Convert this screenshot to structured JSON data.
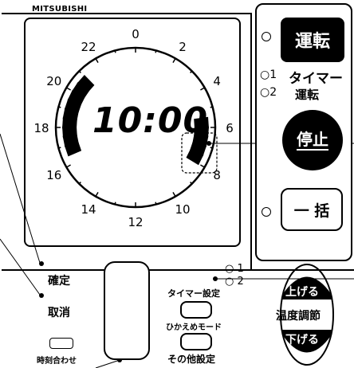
{
  "brand": "MITSUBISHI",
  "clock": {
    "display": "10:00",
    "dial_numbers": [
      "0",
      "2",
      "4",
      "6",
      "8",
      "10",
      "12",
      "14",
      "16",
      "18",
      "20",
      "22"
    ]
  },
  "right_panel": {
    "run_label": "運転",
    "timer1_num": "○1",
    "timer_label": "タイマー",
    "timer2_num": "○2",
    "run_small_label": "運転",
    "stop_label": "停止",
    "ikkatsu_label": "一 括"
  },
  "bottom": {
    "confirm_label": "確定",
    "cancel_label": "取消",
    "time_set_label": "時刻合わせ",
    "sel1": "○ 1",
    "sel2": "○ 2",
    "timer_set_label": "タイマー設定",
    "eco_mode_label": "ひかえめモード",
    "other_set_label": "その他設定",
    "up_label": "上げる",
    "temp_label": "温度調節",
    "down_label": "下げる"
  },
  "colors": {
    "fg": "#000000",
    "bg": "#ffffff"
  }
}
